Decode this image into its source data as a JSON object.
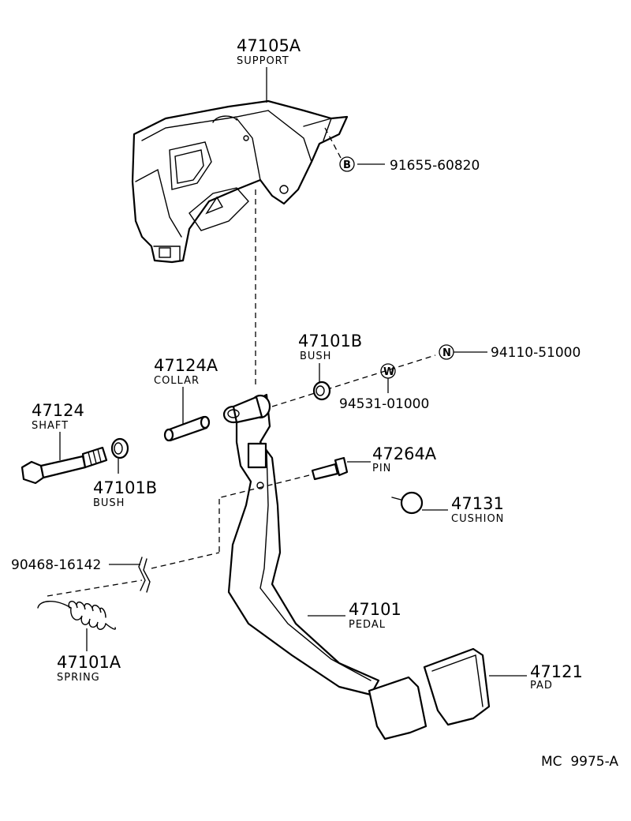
{
  "parts": {
    "support": {
      "number": "47105A",
      "name": "SUPPORT"
    },
    "bolt_b": {
      "symbol": "B",
      "code": "91655-60820"
    },
    "bush_upper": {
      "number": "47101B",
      "name": "BUSH"
    },
    "nut_n": {
      "symbol": "N",
      "code": "94110-51000"
    },
    "washer_w": {
      "symbol": "W",
      "code": "94531-01000"
    },
    "collar": {
      "number": "47124A",
      "name": "COLLAR"
    },
    "shaft": {
      "number": "47124",
      "name": "SHAFT"
    },
    "bush_lower": {
      "number": "47101B",
      "name": "BUSH"
    },
    "pin": {
      "number": "47264A",
      "name": "PIN"
    },
    "cushion": {
      "number": "47131",
      "name": "CUSHION"
    },
    "clip": {
      "code": "90468-16142"
    },
    "pedal": {
      "number": "47101",
      "name": "PEDAL"
    },
    "spring": {
      "number": "47101A",
      "name": "SPRING"
    },
    "pad": {
      "number": "47121",
      "name": "PAD"
    }
  },
  "diagram_ref": "MC  9975-A"
}
